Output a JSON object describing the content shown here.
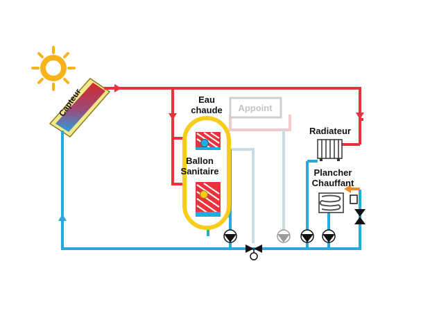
{
  "labels": {
    "collector": "Capteur",
    "hot_water_line1": "Eau",
    "hot_water_line2": "chaude",
    "backup": "Appoint",
    "tank_line1": "Ballon",
    "tank_line2": "Sanitaire",
    "radiator": "Radiateur",
    "floor_line1": "Plancher",
    "floor_line2": "Chauffant"
  },
  "colors": {
    "hot": "#e8323c",
    "cold": "#29a8e0",
    "faded_hot": "#f3c9c9",
    "faded_cold": "#c6dde6",
    "tank_outline": "#f7cc1b",
    "sun": "#f7b31a",
    "arrow_orange": "#f08a24",
    "pump": "#111111",
    "pump_faded": "#9a9a9a"
  },
  "icons": {
    "sun": "sun-icon",
    "pump": "pump-icon",
    "valve": "three-way-valve-icon",
    "radiator": "radiator-icon",
    "floor_heating": "floor-heating-icon"
  }
}
